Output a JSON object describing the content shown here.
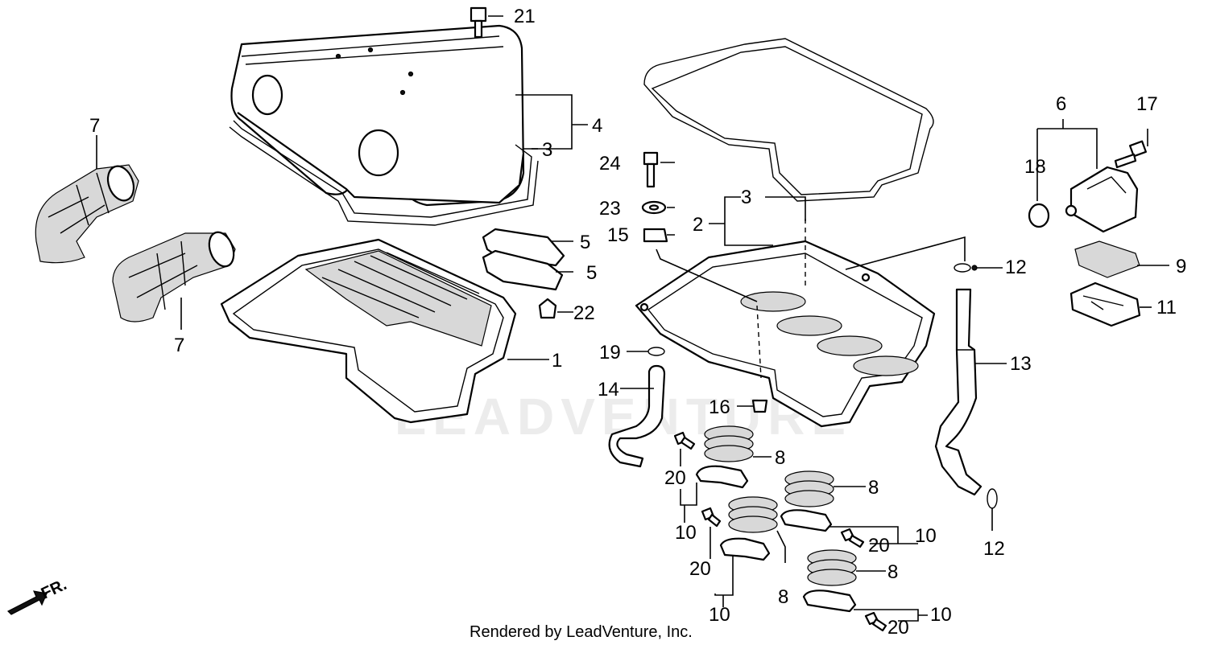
{
  "watermark": "LEADVENTURE",
  "footer": "Rendered by LeadVenture, Inc.",
  "direction_label": "FR.",
  "callouts": {
    "c1": "1",
    "c2": "2",
    "c3a": "3",
    "c3b": "3",
    "c4": "4",
    "c5a": "5",
    "c5b": "5",
    "c6": "6",
    "c7a": "7",
    "c7b": "7",
    "c8a": "8",
    "c8b": "8",
    "c8c": "8",
    "c8d": "8",
    "c9": "9",
    "c10a": "10",
    "c10b": "10",
    "c10c": "10",
    "c10d": "10",
    "c11": "11",
    "c12a": "12",
    "c12b": "12",
    "c13": "13",
    "c14": "14",
    "c15": "15",
    "c16": "16",
    "c17": "17",
    "c18": "18",
    "c19": "19",
    "c20a": "20",
    "c20b": "20",
    "c20c": "20",
    "c20d": "20",
    "c21": "21",
    "c22": "22",
    "c23": "23",
    "c24": "24"
  }
}
